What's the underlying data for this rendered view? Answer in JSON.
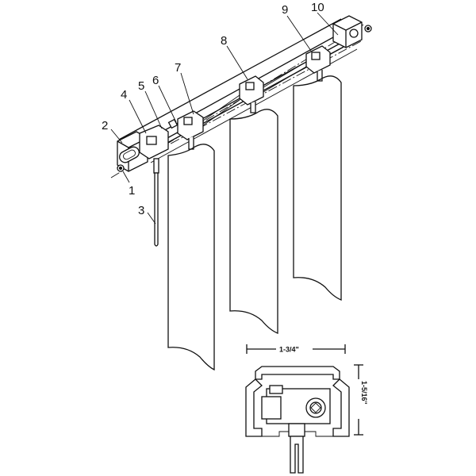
{
  "callouts": {
    "c1": "1",
    "c2": "2",
    "c3": "3",
    "c4": "4",
    "c5": "5",
    "c6": "6",
    "c7": "7",
    "c8": "8",
    "c9": "9",
    "c10": "10"
  },
  "dimensions": {
    "width": "1-3/4\"",
    "height": "1-5/16\""
  }
}
